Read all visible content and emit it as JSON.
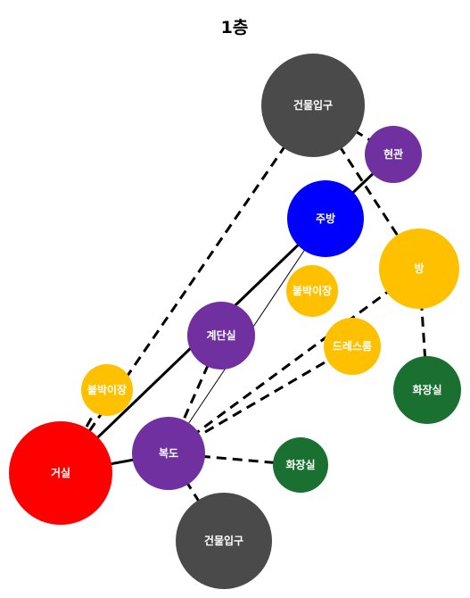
{
  "title": "1층",
  "nodes": [
    {
      "id": "entrance_top",
      "label": "건물입구",
      "color": "#4a4a4a"
    },
    {
      "id": "hyeongwan",
      "label": "현관",
      "color": "#7030a0"
    },
    {
      "id": "jubang",
      "label": "주방",
      "color": "#0000ff"
    },
    {
      "id": "bang",
      "label": "방",
      "color": "#ffc000"
    },
    {
      "id": "closet_top",
      "label": "붙박이장",
      "color": "#ffc000"
    },
    {
      "id": "dressroom",
      "label": "드레스룸",
      "color": "#ffc000"
    },
    {
      "id": "gyedansil",
      "label": "계단실",
      "color": "#7030a0"
    },
    {
      "id": "bath_right",
      "label": "화장실",
      "color": "#1a7030"
    },
    {
      "id": "closet_left",
      "label": "붙박이장",
      "color": "#ffc000"
    },
    {
      "id": "geosil",
      "label": "거실",
      "color": "#ff0000"
    },
    {
      "id": "bokdo",
      "label": "복도",
      "color": "#7030a0"
    },
    {
      "id": "bath_mid",
      "label": "화장실",
      "color": "#1a7030"
    },
    {
      "id": "entrance_bottom",
      "label": "건물입구",
      "color": "#4a4a4a"
    }
  ],
  "edges": [
    {
      "from": "entrance_top",
      "to": "hyeongwan",
      "style": "dashed"
    },
    {
      "from": "entrance_top",
      "to": "bang",
      "style": "dashed"
    },
    {
      "from": "entrance_top",
      "to": "geosil",
      "style": "dashed"
    },
    {
      "from": "hyeongwan",
      "to": "jubang",
      "style": "solid-thick"
    },
    {
      "from": "jubang",
      "to": "geosil",
      "style": "solid-thick"
    },
    {
      "from": "jubang",
      "to": "bokdo",
      "style": "solid-thin"
    },
    {
      "from": "bang",
      "to": "bath_right",
      "style": "dashed"
    },
    {
      "from": "bang",
      "to": "bokdo",
      "style": "dashed"
    },
    {
      "from": "dressroom",
      "to": "bokdo",
      "style": "dashed"
    },
    {
      "from": "gyedansil",
      "to": "bokdo",
      "style": "dashed"
    },
    {
      "from": "closet_left",
      "to": "geosil",
      "style": "dashed"
    },
    {
      "from": "geosil",
      "to": "bokdo",
      "style": "solid-thick"
    },
    {
      "from": "bokdo",
      "to": "bath_mid",
      "style": "dashed"
    },
    {
      "from": "bokdo",
      "to": "entrance_bottom",
      "style": "dashed"
    }
  ]
}
